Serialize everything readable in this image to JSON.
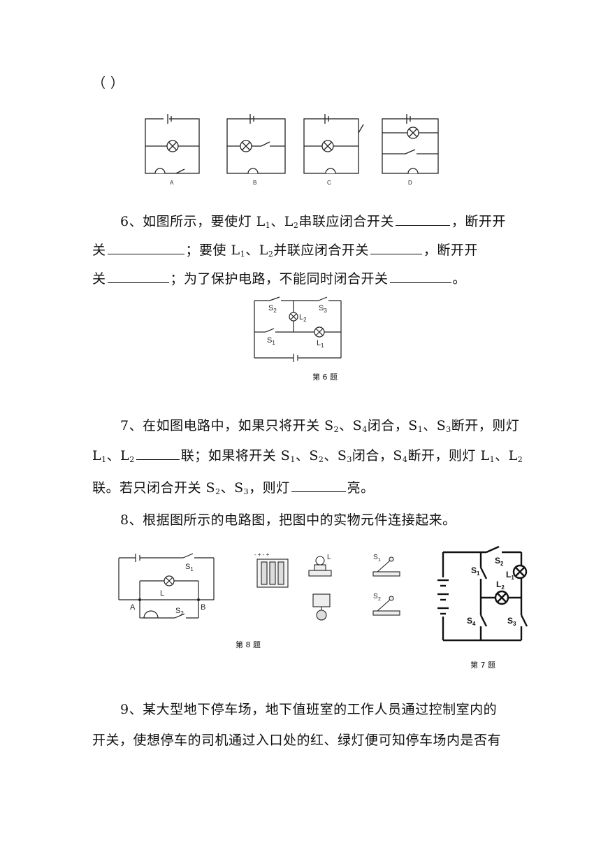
{
  "answer_paren": "（      ）",
  "option_labels": [
    "A",
    "B",
    "C",
    "D"
  ],
  "q6": {
    "line1_a": "6、如图所示，要使灯 L",
    "sub1": "1",
    "line1_b": "、L",
    "sub2": "2",
    "line1_c": "串联应闭合开关",
    "line1_d": "，断开开",
    "line2_a": "关",
    "line2_b": "；要使 L",
    "line2_c": "、L",
    "line2_d": "并联应闭合开关",
    "line2_e": "，断开开",
    "line3_a": "关",
    "line3_b": "；为了保护电路，不能同时闭合开关",
    "line3_c": "。",
    "caption": "第 6 题",
    "labels": {
      "s2": "S",
      "s3": "S",
      "s1": "S",
      "l2": "L",
      "l1": "L"
    }
  },
  "q7": {
    "line1_a": "7、在如图电路中，如果只将开关 S",
    "s2": "2",
    "sep": "、S",
    "s4": "4",
    "line1_b": "闭合，S",
    "s1": "1",
    "s3": "3",
    "line1_c": "断开，则灯",
    "line2_a": "L",
    "line2_b": "联；如果将开关 S",
    "line2_c": "闭合，S",
    "line2_d": "断开，则灯 L",
    "line3_a": "联。若只闭合开关 S",
    "line3_b": "，则灯",
    "line3_c": "亮。",
    "caption": "第 7 题"
  },
  "q8": {
    "text": "8、根据图所示的电路图，把图中的实物元件连接起来。",
    "caption": "第 8 题",
    "labels": {
      "s1": "S",
      "l": "L",
      "a": "A",
      "b": "B",
      "s2": "S"
    }
  },
  "q9": {
    "line1": "9、某大型地下停车场，地下值班室的工作人员通过控制室内的",
    "line2": "开关，使想停车的司机通过入口处的红、绿灯便可知停车场内是否有"
  }
}
